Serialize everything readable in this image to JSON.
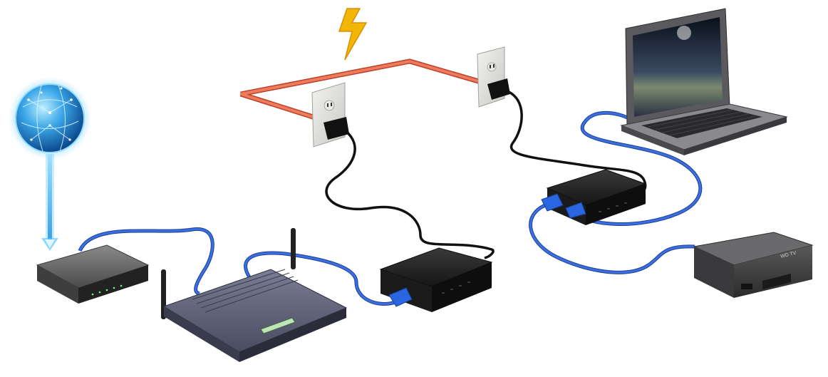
{
  "diagram": {
    "devices": [
      {
        "id": "internet",
        "icon": "globe-icon"
      },
      {
        "id": "modem",
        "icon": "modem-icon"
      },
      {
        "id": "router",
        "icon": "wireless-router-icon"
      },
      {
        "id": "powerline_adapter_1",
        "icon": "powerline-adapter-icon"
      },
      {
        "id": "powerline_adapter_2",
        "icon": "powerline-adapter-icon"
      },
      {
        "id": "wall_outlet_1",
        "icon": "power-outlet-icon"
      },
      {
        "id": "wall_outlet_2",
        "icon": "power-outlet-icon"
      },
      {
        "id": "laptop",
        "icon": "laptop-icon"
      },
      {
        "id": "media_player",
        "icon": "media-player-icon"
      },
      {
        "id": "electricity",
        "icon": "lightning-bolt-icon"
      }
    ],
    "connections": [
      {
        "from": "internet",
        "to": "modem",
        "type": "signal"
      },
      {
        "from": "modem",
        "to": "router",
        "type": "ethernet"
      },
      {
        "from": "router",
        "to": "powerline_adapter_1",
        "type": "ethernet"
      },
      {
        "from": "powerline_adapter_1",
        "to": "wall_outlet_1",
        "type": "power-cord"
      },
      {
        "from": "wall_outlet_1",
        "to": "wall_outlet_2",
        "type": "electrical-wiring"
      },
      {
        "from": "wall_outlet_2",
        "to": "powerline_adapter_2",
        "type": "power-cord"
      },
      {
        "from": "powerline_adapter_2",
        "to": "laptop",
        "type": "ethernet"
      },
      {
        "from": "powerline_adapter_2",
        "to": "media_player",
        "type": "ethernet"
      }
    ],
    "colors": {
      "ethernet_cable": "#2f5fd0",
      "power_cord": "#1a1a1a",
      "electrical_wiring": "#e8674a",
      "lightning": "#f2b705",
      "globe_glow": "#63c8ff",
      "device_dark": "#1e1e1e",
      "router_body": "#56596f",
      "modem_body": "#6b6b6b"
    },
    "media_player_label": "WD TV"
  }
}
